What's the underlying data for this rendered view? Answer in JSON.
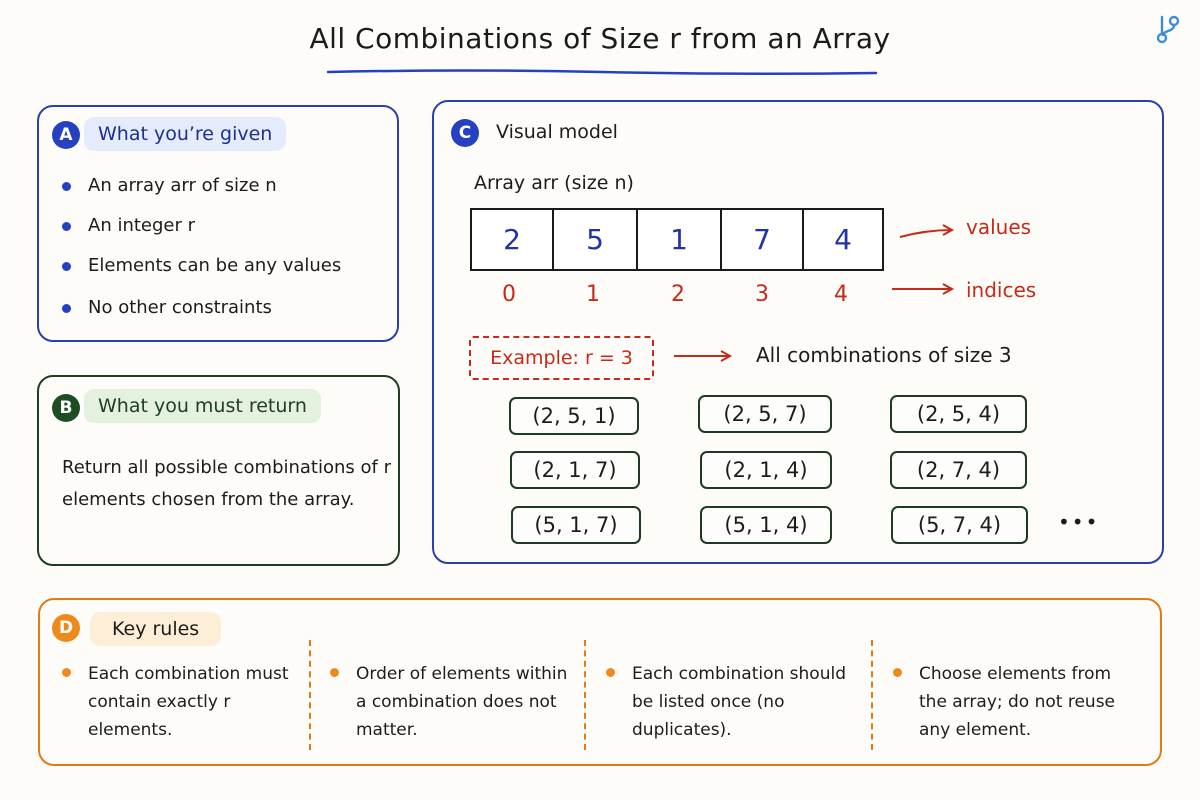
{
  "title": "All Combinations of Size r from an Array",
  "panel_a": {
    "badge": "A",
    "heading": "What you’re given",
    "items": [
      "An array arr of size n",
      "An integer r",
      "Elements can be any values",
      "No other constraints"
    ]
  },
  "panel_b": {
    "badge": "B",
    "heading": "What you must return",
    "body_line1": "Return all possible combinations of r",
    "body_line2": "elements chosen from the array."
  },
  "panel_c": {
    "badge": "C",
    "heading": "Visual model",
    "array_label": "Array arr (size n)",
    "values": [
      "2",
      "5",
      "1",
      "7",
      "4"
    ],
    "indices": [
      "0",
      "1",
      "2",
      "3",
      "4"
    ],
    "values_label": "values",
    "indices_label": "indices",
    "example": "Example: r = 3",
    "example_result": "All combinations of size 3",
    "combinations": [
      "(2, 5, 1)",
      "(2, 5, 7)",
      "(2, 5, 4)",
      "(2, 1, 7)",
      "(2, 1, 4)",
      "(2, 7, 4)",
      "(5, 1, 7)",
      "(5, 1, 4)",
      "(5, 7, 4)"
    ],
    "ellipsis": "•••"
  },
  "panel_d": {
    "badge": "D",
    "heading": "Key rules",
    "rules": [
      {
        "l1": "Each combination must",
        "l2": "contain exactly r",
        "l3": "elements."
      },
      {
        "l1": "Order of elements within",
        "l2": "a combination does not",
        "l3": "matter."
      },
      {
        "l1": "Each combination should",
        "l2": "be listed once (no",
        "l3": "duplicates)."
      },
      {
        "l1": "Choose elements from",
        "l2": "the array; do not reuse",
        "l3": "any element."
      }
    ]
  },
  "colors": {
    "blue": "#2540c0",
    "green": "#1f4d22",
    "orange": "#ee8a1c",
    "red": "#c62a1a"
  },
  "icons": {
    "logo": "branch-icon"
  }
}
